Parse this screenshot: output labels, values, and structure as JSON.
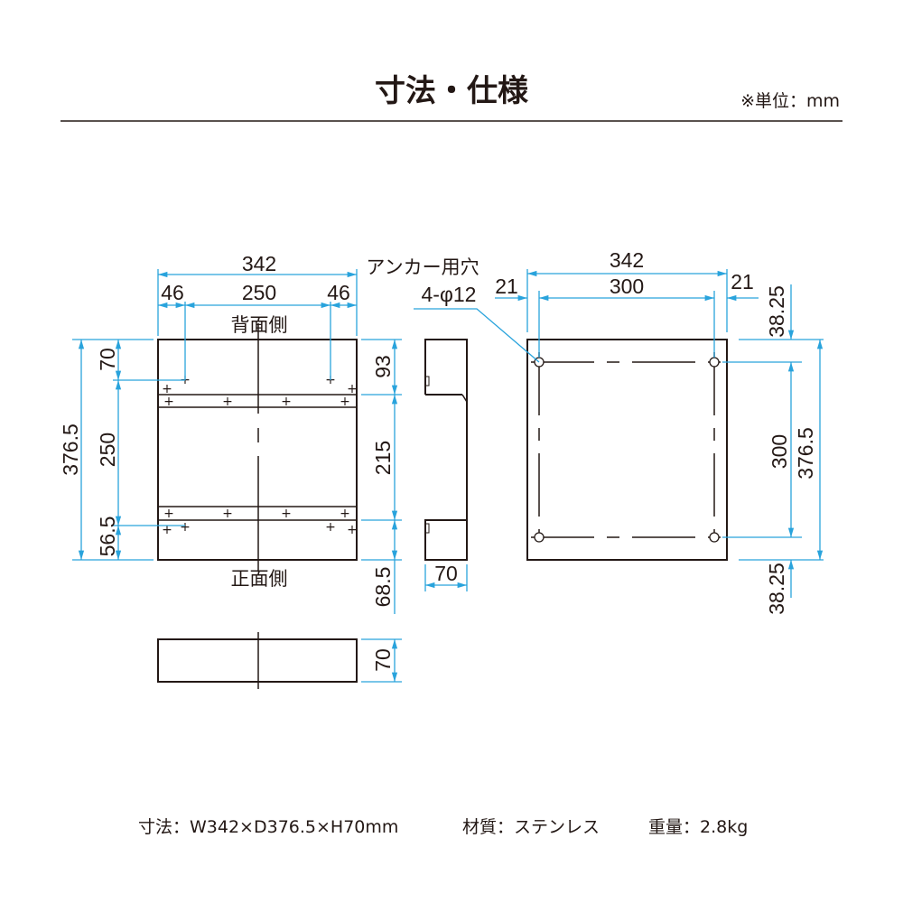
{
  "header": {
    "title": "寸法・仕様",
    "unit": "※単位：mm"
  },
  "colors": {
    "dimension": "#29a3dc",
    "outline": "#231815"
  },
  "top_view": {
    "overall_width": "342",
    "left_offset": "46",
    "center_span": "250",
    "right_offset": "46",
    "back_label": "背面側",
    "front_label": "正面側",
    "overall_depth": "376.5",
    "top_offset": "70",
    "hole_span": "250",
    "bottom_offset": "56.5",
    "back_band": "93",
    "middle_span": "215",
    "front_band": "68.5"
  },
  "side_view": {
    "depth": "70"
  },
  "front_view": {
    "height": "70"
  },
  "base_view": {
    "anchor_label": "アンカー用穴",
    "anchor_spec": "4-φ12",
    "overall_width": "342",
    "left_offset": "21",
    "hole_span_x": "300",
    "right_offset": "21",
    "top_offset": "38.25",
    "hole_span_y": "300",
    "overall_depth": "376.5",
    "bottom_offset": "38.25"
  },
  "footer": {
    "dimensions": "寸法：W342×D376.5×H70mm",
    "material": "材質：ステンレス",
    "weight": "重量：2.8kg"
  }
}
